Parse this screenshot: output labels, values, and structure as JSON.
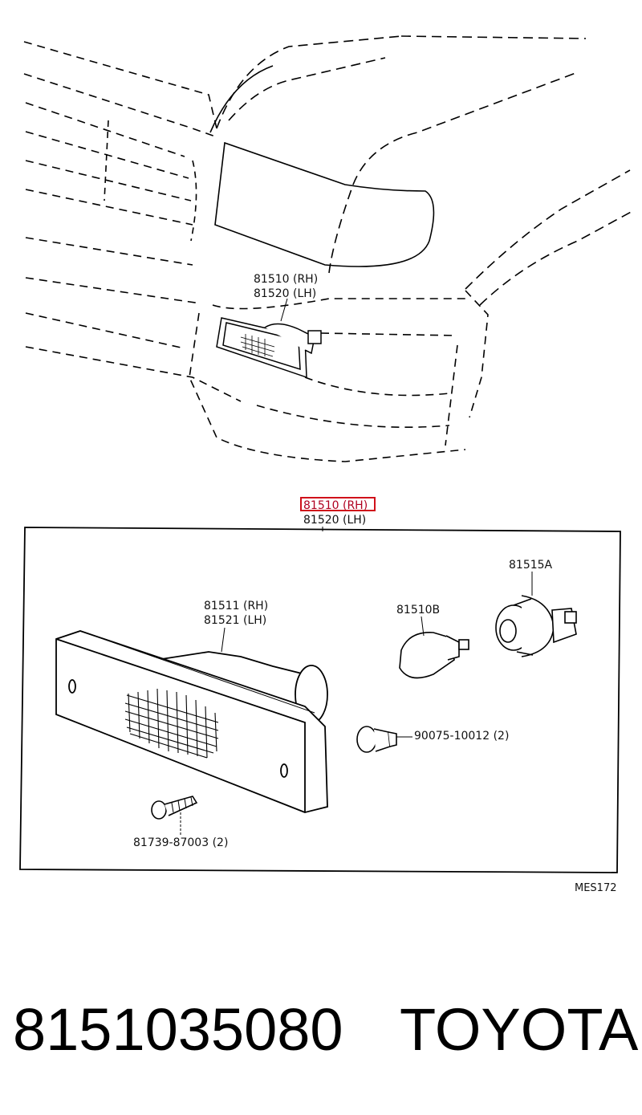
{
  "top_callout": {
    "line1": "81510 (RH)",
    "line2": "81520 (LH)"
  },
  "assembly": {
    "line1": "81510 (RH)",
    "line2": "81520 (LH)",
    "highlight_color": "#d0101a"
  },
  "parts": {
    "lens": {
      "line1": "81511 (RH)",
      "line2": "81521 (LH)"
    },
    "socket": "81515A",
    "bulb": "81510B",
    "clip": "90075-10012 (2)",
    "screw": "81739-87003 (2)"
  },
  "figure_code": "MES172",
  "footer": {
    "part_number": "8151035080",
    "brand": "TOYOTA"
  }
}
